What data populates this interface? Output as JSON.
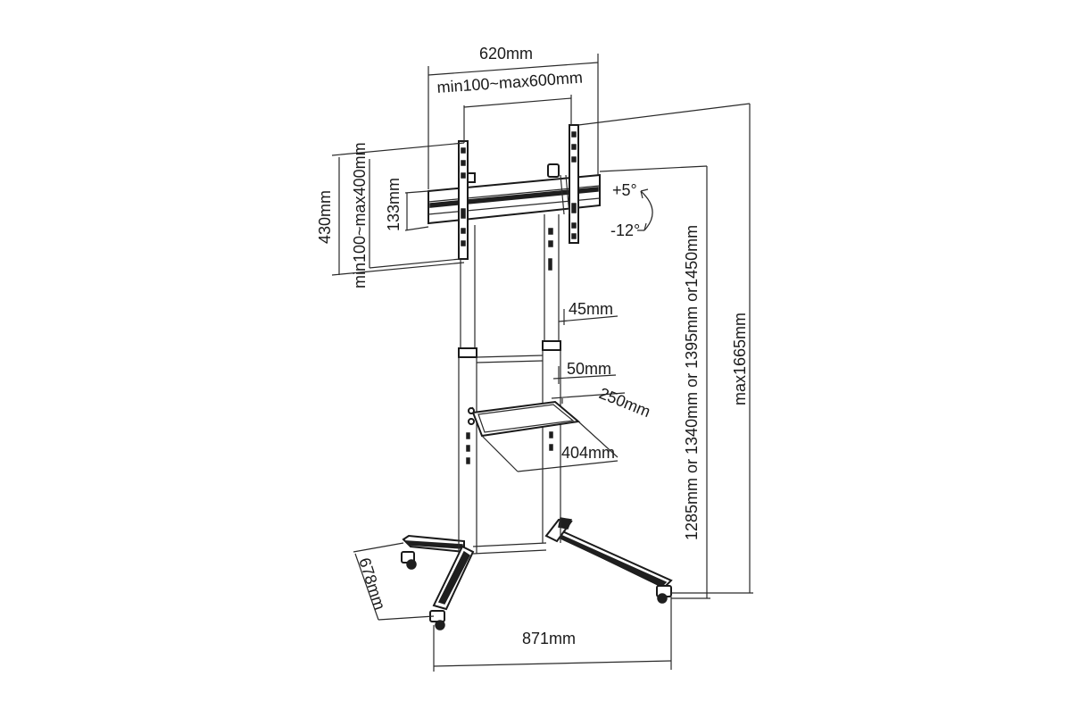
{
  "dimensions": {
    "overall_width": "620mm",
    "vesa_horizontal": "min100~max600mm",
    "bracket_height": "430mm",
    "vesa_vertical": "min100~max400mm",
    "rail_height": "133mm",
    "tilt_up": "+5°",
    "tilt_down": "-12°",
    "column_upper": "45mm",
    "column_lower": "50mm",
    "shelf_depth": "250mm",
    "shelf_width": "404mm",
    "base_depth": "678mm",
    "base_width": "871mm",
    "mount_heights": "1285mm or 1340mm or 1395mm or1450mm",
    "max_height": "max1665mm"
  }
}
